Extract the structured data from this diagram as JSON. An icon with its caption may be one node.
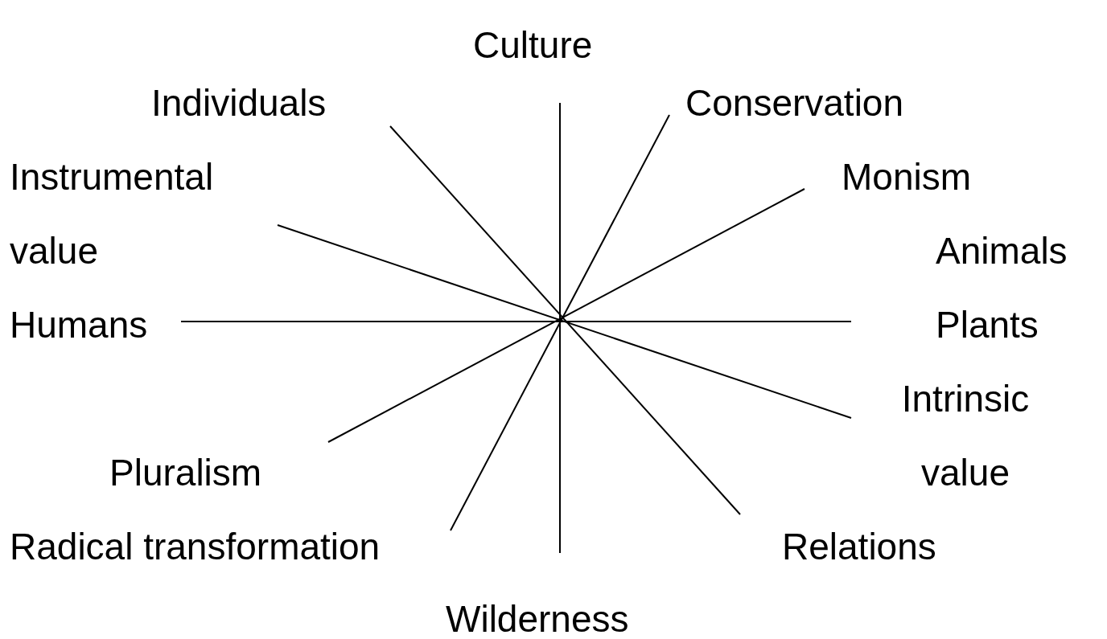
{
  "diagram": {
    "nodes": [
      {
        "text": [
          "Culture"
        ]
      },
      {
        "text": [
          "Individuals"
        ]
      },
      {
        "text": [
          "Conservation"
        ]
      },
      {
        "text": [
          "Instrumental value"
        ]
      },
      {
        "text": [
          "Monism"
        ]
      },
      {
        "text": [
          "Animals Plants"
        ]
      },
      {
        "text": [
          "Humans"
        ]
      },
      {
        "text": [
          "Intrinsic value"
        ]
      },
      {
        "text": [
          "Pluralism"
        ]
      },
      {
        "text": [
          "Radical transformation"
        ]
      },
      {
        "text": [
          "Relations"
        ]
      },
      {
        "text": [
          "Wilderness"
        ]
      }
    ],
    "edges": [
      {
        "from": 0,
        "to": 11,
        "arrow": "none"
      },
      {
        "from": 1,
        "to": 10,
        "arrow": "none"
      },
      {
        "from": 2,
        "to": 9,
        "arrow": "none"
      },
      {
        "from": 3,
        "to": 7,
        "arrow": "none"
      },
      {
        "from": 4,
        "to": 8,
        "arrow": "none"
      },
      {
        "from": 6,
        "to": 5,
        "arrow": "none"
      }
    ]
  }
}
